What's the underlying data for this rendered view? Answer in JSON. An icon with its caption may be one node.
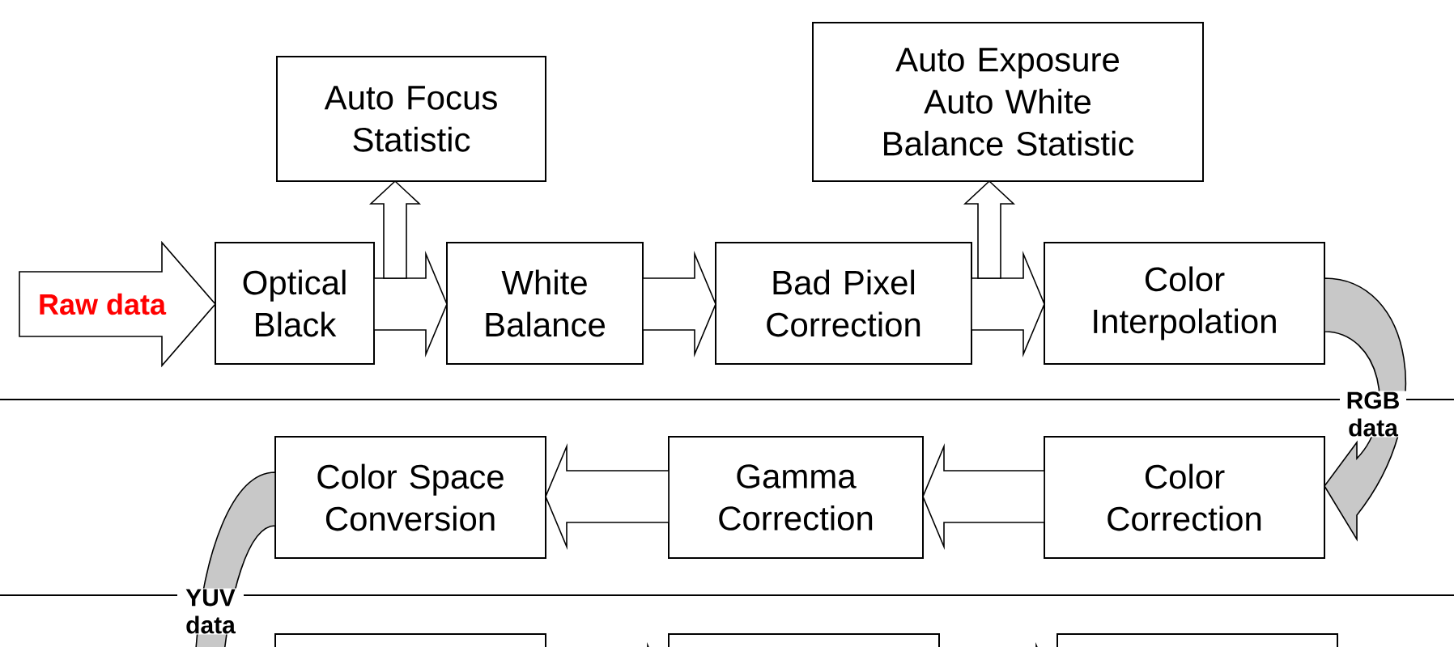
{
  "diagram": {
    "nodes": [
      {
        "text": [
          "Auto Focus Statistic"
        ]
      },
      {
        "text": [
          "Auto Exposure Auto White Balance Statistic"
        ]
      },
      {
        "text": [
          "Optical Black"
        ]
      },
      {
        "text": [
          "White Balance"
        ]
      },
      {
        "text": [
          "Bad Pixel Correction"
        ]
      },
      {
        "text": [
          "Color Interpolation"
        ]
      },
      {
        "text": [
          "Color Space Conversion"
        ]
      },
      {
        "text": [
          "Gamma Correction"
        ]
      },
      {
        "text": [
          "Color Correction"
        ]
      },
      {
        "text": [],
        "shape": "box"
      },
      {
        "text": [],
        "shape": "box"
      },
      {
        "text": [],
        "shape": "box"
      }
    ],
    "edges": [
      {
        "from": null,
        "to": 2,
        "arrow": "to",
        "label": "Raw data"
      },
      {
        "from": 2,
        "to": 3,
        "arrow": "to"
      },
      {
        "from": 2,
        "to": 0,
        "arrow": "to"
      },
      {
        "from": 3,
        "to": 4,
        "arrow": "to"
      },
      {
        "from": 4,
        "to": 5,
        "arrow": "to"
      },
      {
        "from": 4,
        "to": 1,
        "arrow": "to"
      },
      {
        "from": 5,
        "to": 8,
        "arrow": "to",
        "label": "RGB data"
      },
      {
        "from": 8,
        "to": 7,
        "arrow": "to"
      },
      {
        "from": 7,
        "to": 6,
        "arrow": "to"
      },
      {
        "from": 6,
        "to": 9,
        "arrow": "to",
        "label": "YUV data"
      },
      {
        "from": 9,
        "to": 10,
        "arrow": "to"
      },
      {
        "from": 10,
        "to": 11,
        "arrow": "to"
      }
    ]
  }
}
